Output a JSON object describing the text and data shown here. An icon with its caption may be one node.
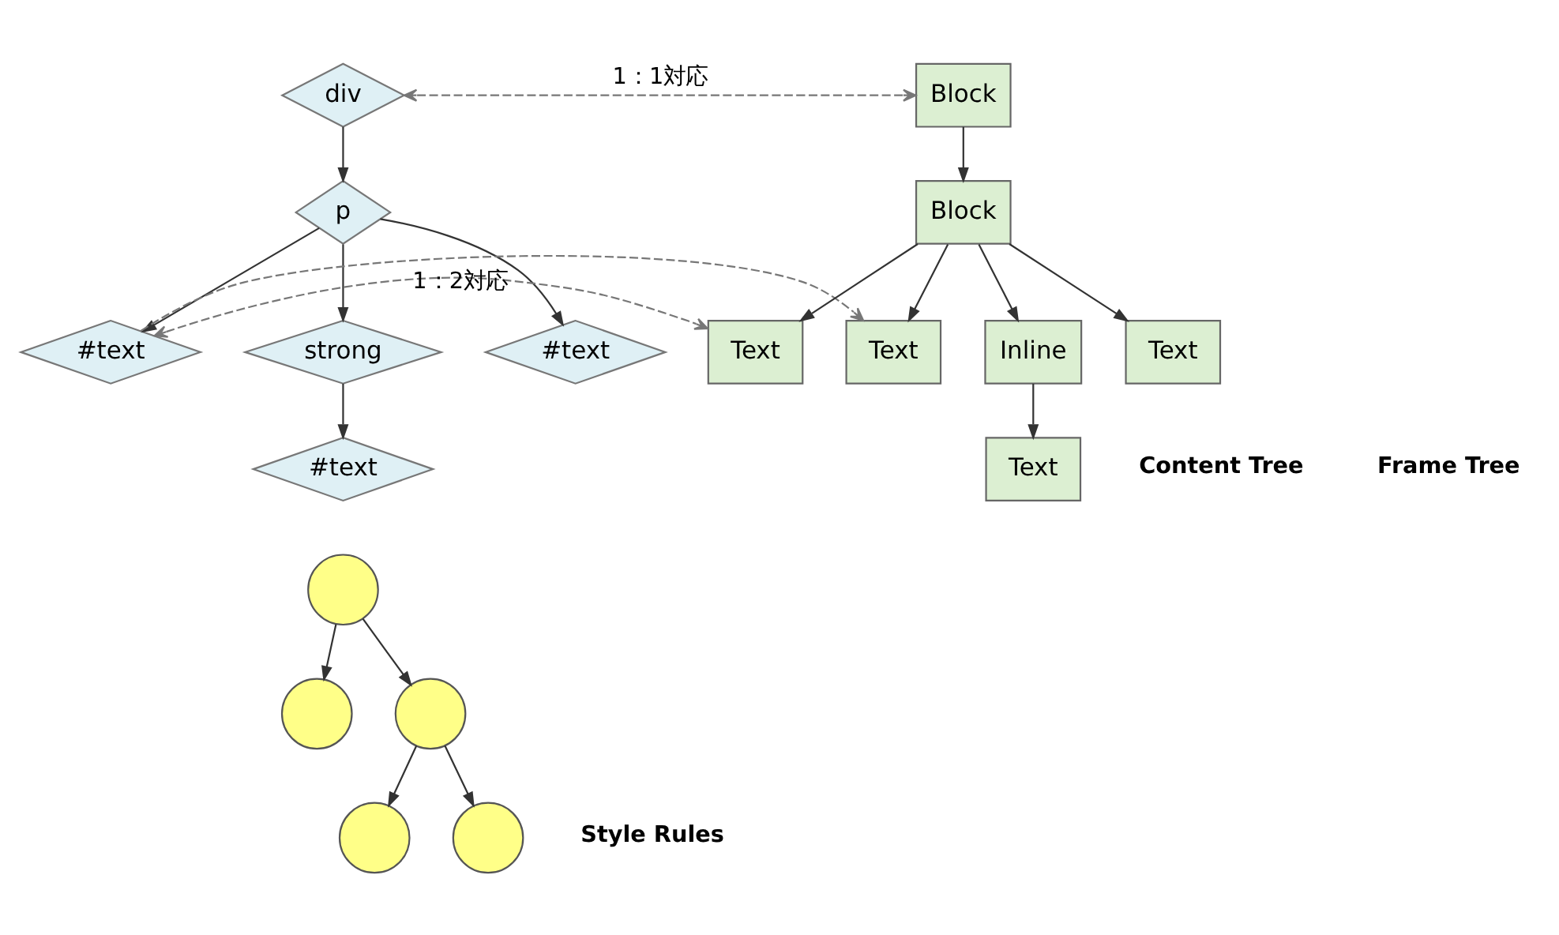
{
  "diagram": {
    "nodes": [
      {
        "text": [
          "div"
        ]
      },
      {
        "text": [
          "p"
        ]
      },
      {
        "text": [
          "#text"
        ]
      },
      {
        "text": [
          "strong"
        ]
      },
      {
        "text": [
          "#text"
        ]
      },
      {
        "text": [
          "#text"
        ]
      },
      {
        "text": [
          "Block"
        ]
      },
      {
        "text": [
          "Block"
        ]
      },
      {
        "text": [
          "Text"
        ]
      },
      {
        "text": [
          "Text"
        ]
      },
      {
        "text": [
          "Inline"
        ]
      },
      {
        "text": [
          "Text"
        ]
      },
      {
        "text": [
          "Text"
        ]
      },
      {
        "text": [],
        "shape": "circle"
      },
      {
        "text": [],
        "shape": "circle"
      },
      {
        "text": [],
        "shape": "circle"
      },
      {
        "text": [],
        "shape": "circle"
      },
      {
        "text": [],
        "shape": "circle"
      }
    ],
    "edges": [
      {
        "from": 0,
        "to": 1,
        "arrow": "to"
      },
      {
        "from": 1,
        "to": 2,
        "arrow": "to"
      },
      {
        "from": 1,
        "to": 3,
        "arrow": "to"
      },
      {
        "from": 1,
        "to": 4,
        "arrow": "to"
      },
      {
        "from": 3,
        "to": 5,
        "arrow": "to"
      },
      {
        "from": 6,
        "to": 7,
        "arrow": "to"
      },
      {
        "from": 7,
        "to": 8,
        "arrow": "to"
      },
      {
        "from": 7,
        "to": 9,
        "arrow": "to"
      },
      {
        "from": 7,
        "to": 10,
        "arrow": "to"
      },
      {
        "from": 7,
        "to": 11,
        "arrow": "to"
      },
      {
        "from": 10,
        "to": 12,
        "arrow": "to"
      },
      {
        "from": 13,
        "to": 14,
        "arrow": "to"
      },
      {
        "from": 13,
        "to": 15,
        "arrow": "to"
      },
      {
        "from": 15,
        "to": 16,
        "arrow": "to"
      },
      {
        "from": 15,
        "to": 17,
        "arrow": "to"
      },
      {
        "from": 0,
        "to": 6,
        "arrow": "both",
        "style": "dashed",
        "label": "1：1対応"
      },
      {
        "from": 2,
        "to": 8,
        "arrow": "both",
        "style": "dashed",
        "label": "1：2対応"
      },
      {
        "from": 2,
        "to": 9,
        "arrow": "to",
        "style": "dashed"
      }
    ],
    "labels": [
      "Content Tree",
      "Frame Tree",
      "Style Rules"
    ]
  }
}
